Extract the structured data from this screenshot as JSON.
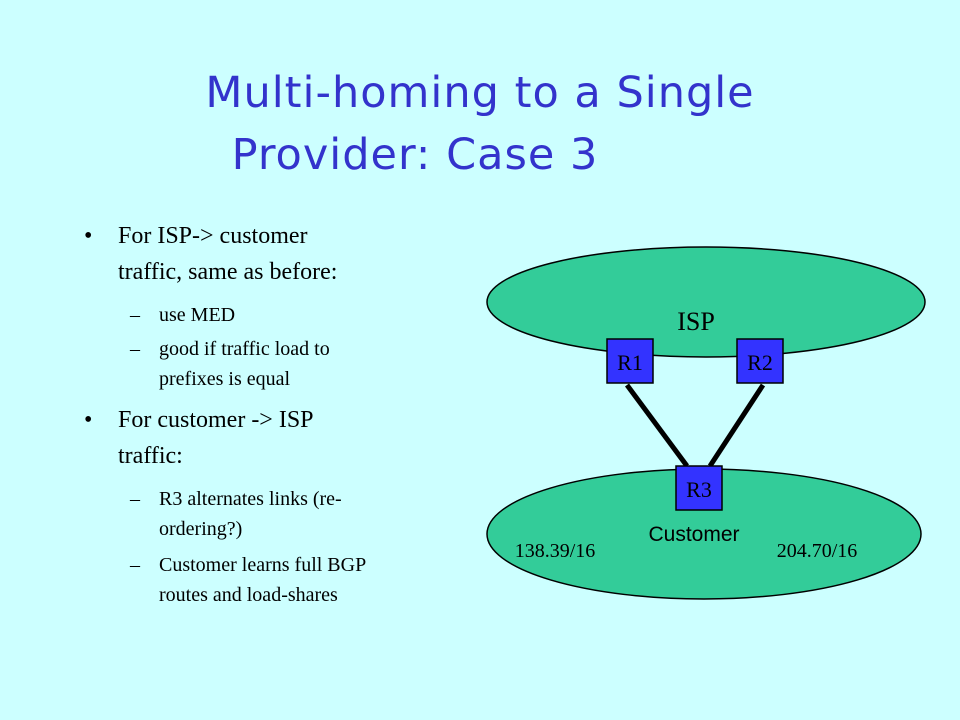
{
  "slide": {
    "title_line1": "Multi-homing to a Single",
    "title_line2": "Provider: Case 3"
  },
  "bullets": [
    {
      "text_lines": [
        "For ISP-> customer",
        "traffic, same as before:"
      ],
      "sub": [
        {
          "lines": [
            "use MED"
          ]
        },
        {
          "lines": [
            "good if traffic load to",
            "prefixes is equal"
          ]
        }
      ]
    },
    {
      "text_lines": [
        "For customer  -> ISP",
        "traffic:"
      ],
      "sub": [
        {
          "lines": [
            "R3 alternates links (re-",
            "ordering?)"
          ]
        },
        {
          "lines": [
            "Customer learns full BGP",
            "routes and load-shares"
          ]
        }
      ]
    }
  ],
  "bullet_glyph": "•",
  "dash_glyph": "–",
  "diagram": {
    "isp_label": "ISP",
    "customer_label": "Customer",
    "routers": {
      "r1": "R1",
      "r2": "R2",
      "r3": "R3"
    },
    "prefix_left": "138.39/16",
    "prefix_right": "204.70/16",
    "colors": {
      "ellipse_fill": "#33cc99",
      "router_fill": "#3333ff",
      "background": "#ccffff",
      "title": "#3333cc"
    }
  }
}
